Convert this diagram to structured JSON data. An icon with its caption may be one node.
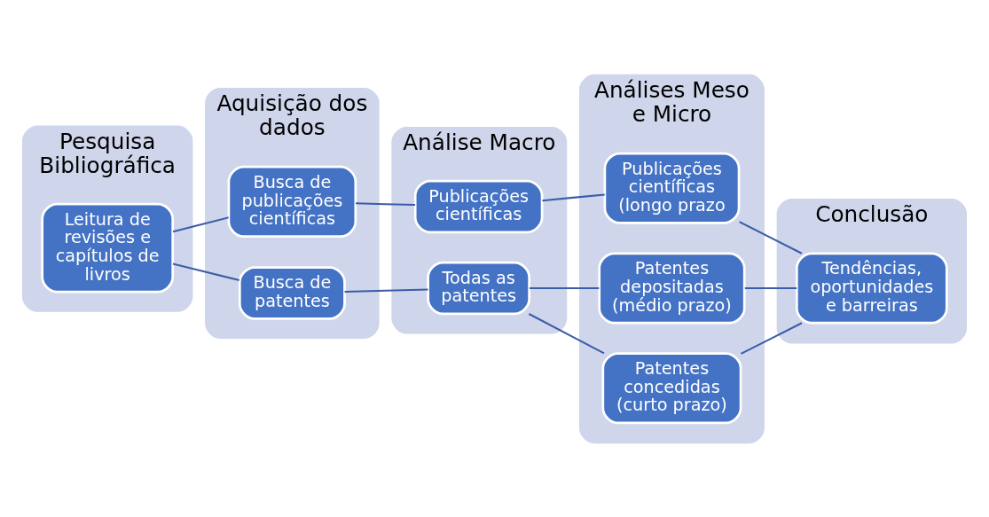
{
  "diagram": {
    "nodes": [
      {
        "text": [
          "Pesquisa Bibliográfica"
        ]
      },
      {
        "text": [
          "Leitura de revisões e capítulos de livros"
        ],
        "in": 0
      },
      {
        "text": [
          "Aquisição dos dados"
        ]
      },
      {
        "text": [
          "Busca de publicações científicas"
        ],
        "in": 2
      },
      {
        "text": [
          "Busca de patentes"
        ],
        "in": 2
      },
      {
        "text": [
          "Análise Macro"
        ]
      },
      {
        "text": [
          "Publicações científicas"
        ],
        "in": 5
      },
      {
        "text": [
          "Todas as patentes"
        ],
        "in": 5
      },
      {
        "text": [
          "Análises Meso e Micro"
        ]
      },
      {
        "text": [
          "Publicações científicas (longo prazo"
        ],
        "in": 8
      },
      {
        "text": [
          "Patentes depositadas (médio prazo)"
        ],
        "in": 8
      },
      {
        "text": [
          "Patentes concedidas (curto prazo)"
        ],
        "in": 8
      },
      {
        "text": [
          "Conclusão"
        ]
      },
      {
        "text": [
          "Tendências, oportunidades e barreiras"
        ],
        "in": 12
      }
    ],
    "edges": [
      {
        "from": 1,
        "to": 3,
        "arrow": "none"
      },
      {
        "from": 1,
        "to": 4,
        "arrow": "none"
      },
      {
        "from": 3,
        "to": 6,
        "arrow": "none"
      },
      {
        "from": 4,
        "to": 7,
        "arrow": "none"
      },
      {
        "from": 6,
        "to": 9,
        "arrow": "none"
      },
      {
        "from": 7,
        "to": 10,
        "arrow": "none"
      },
      {
        "from": 7,
        "to": 11,
        "arrow": "none"
      },
      {
        "from": 9,
        "to": 13,
        "arrow": "none"
      },
      {
        "from": 10,
        "to": 13,
        "arrow": "none"
      },
      {
        "from": 11,
        "to": 13,
        "arrow": "none"
      }
    ]
  }
}
